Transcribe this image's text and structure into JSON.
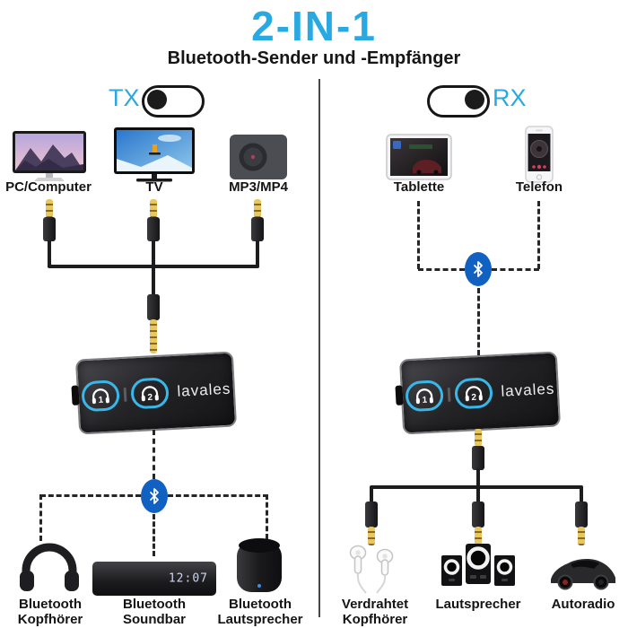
{
  "header": {
    "title": "2-IN-1",
    "subtitle": "Bluetooth-Sender und -Empfänger"
  },
  "modes": {
    "tx": {
      "label": "TX",
      "toggle_state": "knob-left"
    },
    "rx": {
      "label": "RX",
      "toggle_state": "knob-right"
    }
  },
  "adapter": {
    "brand": "lavales",
    "channel_buttons": [
      "1",
      "2"
    ],
    "button_icon": "headphones-channel-icon"
  },
  "tx_panel": {
    "sources": [
      {
        "label": "PC/Computer",
        "icon": "desktop-computer-icon"
      },
      {
        "label": "TV",
        "icon": "tv-icon"
      },
      {
        "label": "MP3/MP4",
        "icon": "mp3-player-icon"
      }
    ],
    "connection_to_sources": "wired-aux-splitter",
    "connection_to_outputs": "bluetooth-wireless",
    "outputs": [
      {
        "lines": [
          "Bluetooth",
          "Kopfhörer"
        ],
        "icon": "headphones-icon"
      },
      {
        "lines": [
          "Bluetooth",
          "Soundbar"
        ],
        "icon": "soundbar-icon",
        "clock": "12:07"
      },
      {
        "lines": [
          "Bluetooth",
          "Lautsprecher"
        ],
        "icon": "speaker-icon"
      }
    ]
  },
  "rx_panel": {
    "sources": [
      {
        "label": "Tablette",
        "icon": "tablet-icon"
      },
      {
        "label": "Telefon",
        "icon": "phone-icon"
      }
    ],
    "connection_to_sources": "bluetooth-wireless",
    "connection_to_outputs": "wired-aux-splitter",
    "outputs": [
      {
        "lines": [
          "Verdrahtet",
          "Kopfhörer"
        ],
        "icon": "earbuds-icon"
      },
      {
        "lines": [
          "Lautsprecher"
        ],
        "icon": "computer-speakers-icon"
      },
      {
        "lines": [
          "Autoradio"
        ],
        "icon": "car-icon"
      }
    ]
  },
  "colors": {
    "accent_blue": "#29a9e1",
    "bluetooth_badge_blue": "#1161c2",
    "adapter_button_ring_blue": "#38b7ea",
    "cable_black": "#1d1d1f",
    "jack_gold": "#d8b44a"
  }
}
